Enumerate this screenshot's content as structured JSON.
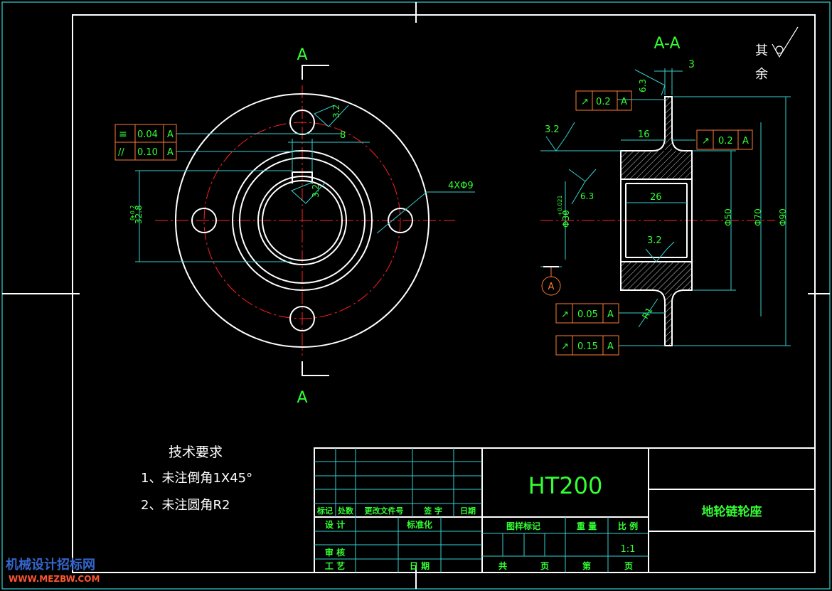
{
  "section": {
    "label_top": "A",
    "label_bottom": "A",
    "view_title": "A-A"
  },
  "surface_finish_note": {
    "line1": "其",
    "line2": "余"
  },
  "front_view": {
    "tolerance_frames": [
      {
        "symbol": "≡",
        "value": "0.04",
        "datum": "A"
      },
      {
        "symbol": "//",
        "value": "0.10",
        "datum": "A"
      }
    ],
    "roughness_32_a": "3.2",
    "roughness_32_b": "3.2",
    "keyway_width": "8",
    "holes_callout": "4XΦ9",
    "keyway_depth": "32.8",
    "keyway_depth_tol_upper": "+0.2",
    "keyway_depth_tol_lower": "0"
  },
  "section_view": {
    "tolerance_frames": [
      {
        "symbol": "↗",
        "value": "0.2",
        "datum": "A"
      },
      {
        "symbol": "↗",
        "value": "0.2",
        "datum": "A"
      },
      {
        "symbol": "↗",
        "value": "0.05",
        "datum": "A"
      },
      {
        "symbol": "↗",
        "value": "0.15",
        "datum": "A"
      }
    ],
    "dim_thickness": "3",
    "dim_hub_length": "16",
    "dim_bore_length": "26",
    "dim_bore": "Φ30",
    "dim_bore_tol_upper": "+0.021",
    "dim_bore_tol_lower": "0",
    "dim_phi50": "Φ50",
    "dim_phi70": "Φ70",
    "dim_phi90": "Φ90",
    "radius": "R1",
    "roughness_63_top": "6.3",
    "roughness_63_left": "6.3",
    "roughness_32_left": "3.2",
    "roughness_32_bore": "3.2",
    "datum_label": "A"
  },
  "tech_requirements": {
    "title": "技术要求",
    "item1": "1、未注倒角1X45°",
    "item2": "2、未注圆角R2"
  },
  "title_block": {
    "material": "HT200",
    "part_name": "地轮链轮座",
    "rev_headers": [
      "标记",
      "处数",
      "更改文件号",
      "签 字",
      "日期"
    ],
    "design": "设 计",
    "standardize": "标准化",
    "review": "审 核",
    "process": "工 艺",
    "date": "日 期",
    "stage_mark": "图样标记",
    "weight": "重 量",
    "scale_label": "比 例",
    "scale_value": "1:1",
    "total": "共",
    "sheet_unit": "页",
    "sheet_no": "第",
    "sheet_unit2": "页"
  },
  "watermark": {
    "line1": "机械设计招标网",
    "line2": "WWW.MEZBW.COM"
  }
}
